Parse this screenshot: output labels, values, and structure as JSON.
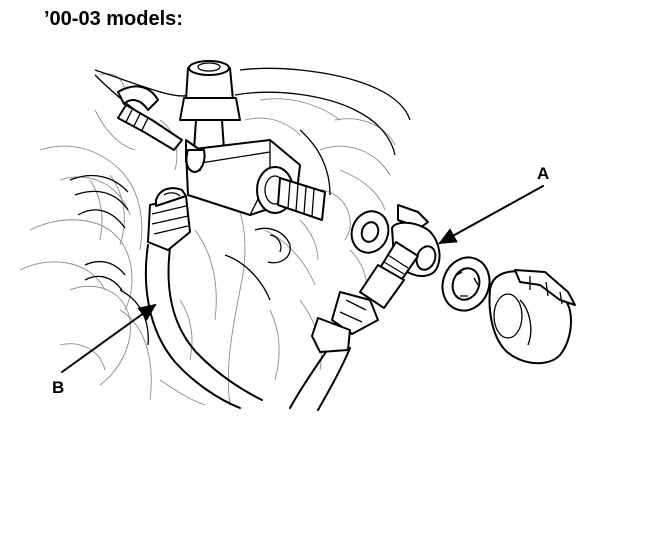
{
  "title": "’00-03 models:",
  "callouts": {
    "a": "A",
    "b": "B"
  }
}
